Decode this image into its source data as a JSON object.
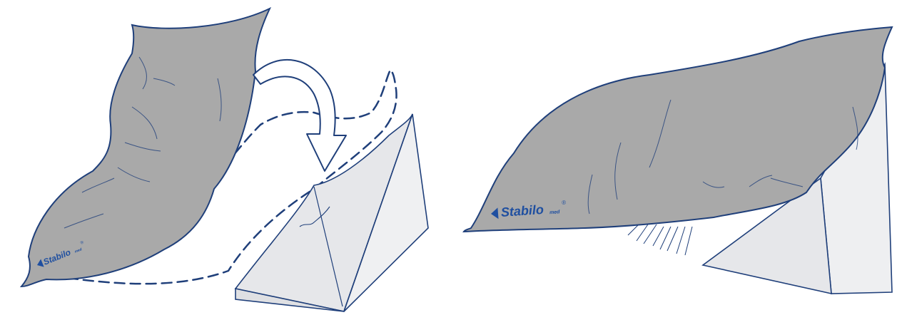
{
  "illustrations": {
    "left": {
      "brand": {
        "name": "Stabilo",
        "superscript": "med",
        "mark": "®"
      }
    },
    "right": {
      "brand": {
        "name": "Stabilo",
        "superscript": "med",
        "mark": "®"
      }
    }
  },
  "colors": {
    "outline": "#1f3f7a",
    "pillow_fill": "#a9a9a9",
    "wedge_fill": "#e6e7ea",
    "brand_blue": "#1f4fa0",
    "background": "#ffffff"
  }
}
